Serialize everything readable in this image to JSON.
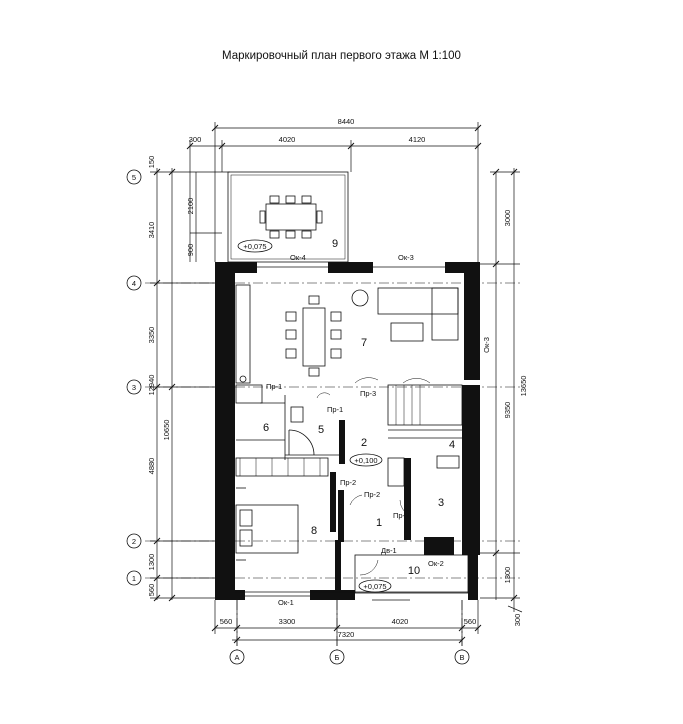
{
  "title": "Маркировочный  план  первого этажа  М 1:100",
  "dims_top": {
    "total": "8440",
    "left_margin": "300",
    "left": "4020",
    "right": "4120"
  },
  "dims_bottom": {
    "left": "560",
    "mid": "3300",
    "mid2": "4020",
    "right": "560",
    "total": "7320",
    "corner": "300"
  },
  "dims_left": {
    "top": "150",
    "a": "3410",
    "b": "3350",
    "c": "12940",
    "d": "10650",
    "e": "4880",
    "f": "1300",
    "g": "560",
    "h": "2100",
    "i": "900"
  },
  "dims_right": {
    "a": "3000",
    "b": "9350",
    "c": "13650",
    "d": "1300"
  },
  "axes_rows": [
    "5",
    "4",
    "3",
    "2",
    "1"
  ],
  "axes_cols": [
    "А",
    "Б",
    "В"
  ],
  "rooms": [
    "9",
    "7",
    "2",
    "4",
    "5",
    "6",
    "3",
    "1",
    "8",
    "10"
  ],
  "labels": {
    "ok4": "Ок-4",
    "ok3": "Ок-3",
    "ok3v": "Ок-3",
    "ok2": "Ок-2",
    "ok1": "Ок-1",
    "pr1a": "Пр-1",
    "pr1b": "Пр-1",
    "pr3": "Пр-3",
    "pr2a": "Пр-2",
    "pr2b": "Пр-2",
    "pr2c": "Пр-2",
    "dv1": "Дв-1",
    "lvl1": "+0,075",
    "lvl2": "+0,100",
    "lvl3": "+0,075"
  }
}
